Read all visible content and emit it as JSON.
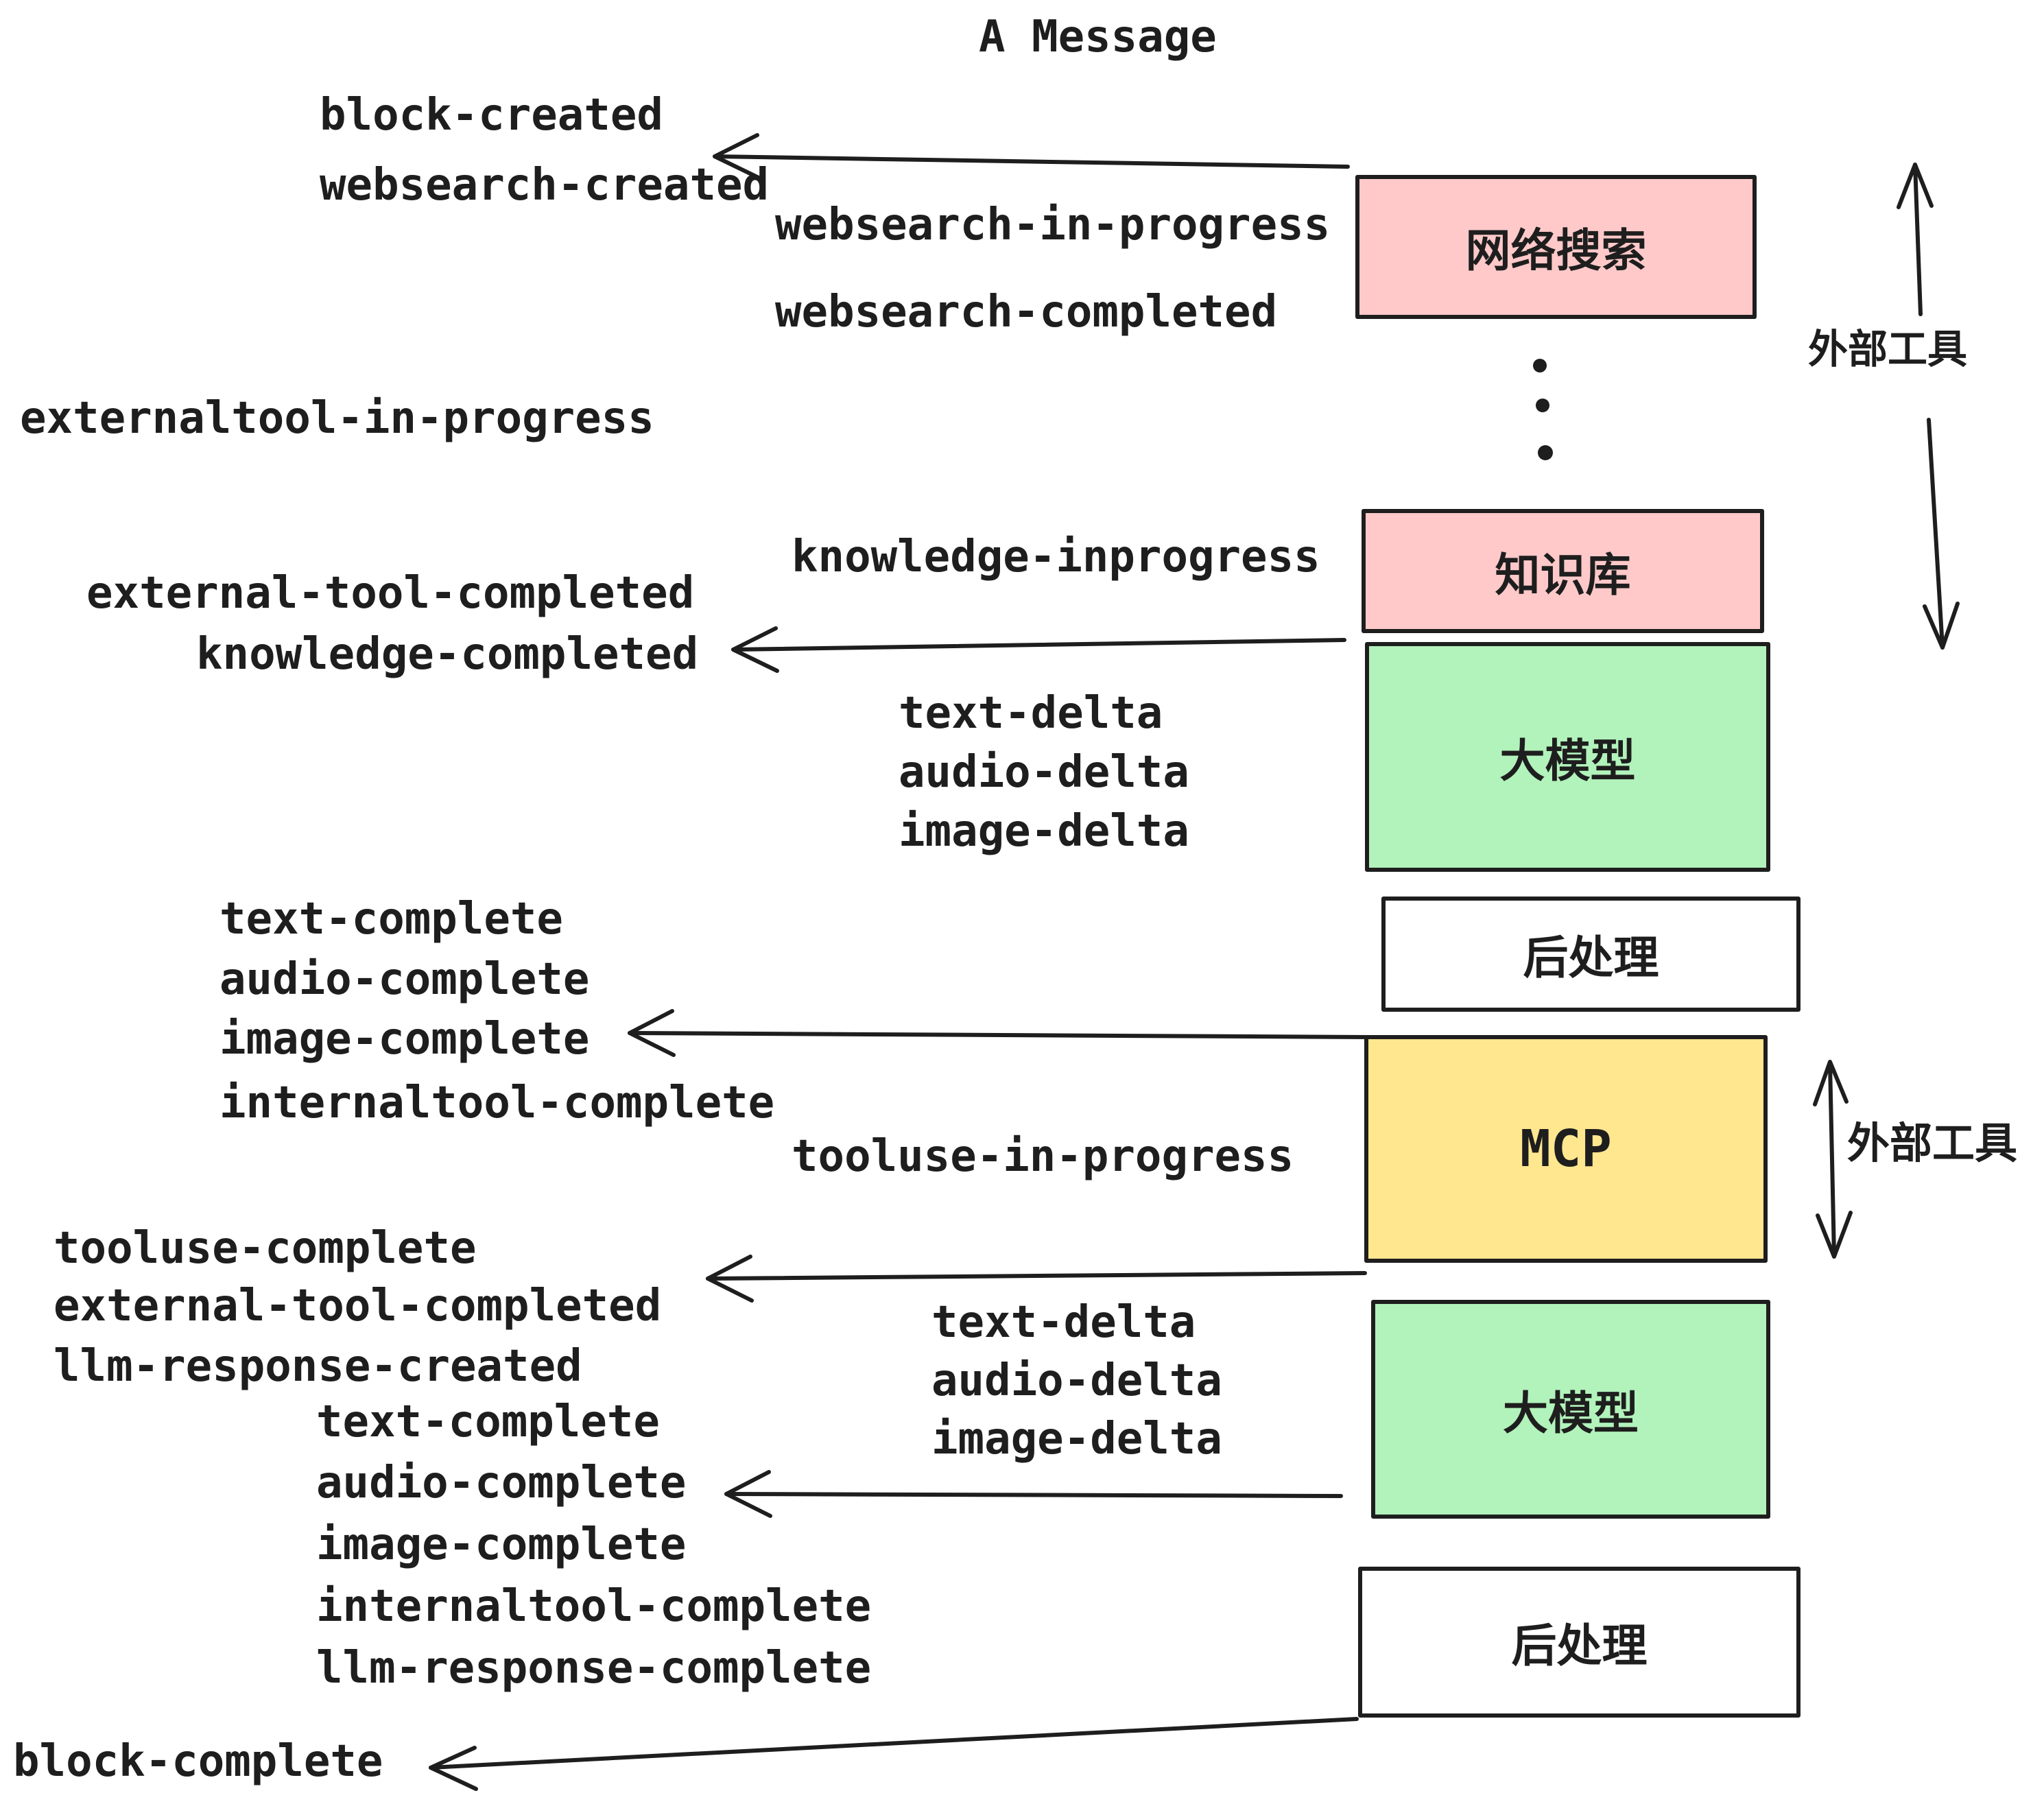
{
  "title": "A Message",
  "colors": {
    "pink": "#ffc9c9",
    "green": "#b2f2bb",
    "yellow": "#ffe78f",
    "white": "#ffffff",
    "stroke": "#1e1e1e"
  },
  "boxes": [
    {
      "id": "websearch",
      "label": "网络搜索",
      "fill": "pink"
    },
    {
      "id": "knowledge",
      "label": "知识库",
      "fill": "pink"
    },
    {
      "id": "llm1",
      "label": "大模型",
      "fill": "green"
    },
    {
      "id": "post1",
      "label": "后处理",
      "fill": "white"
    },
    {
      "id": "mcp",
      "label": "MCP",
      "fill": "yellow"
    },
    {
      "id": "llm2",
      "label": "大模型",
      "fill": "green"
    },
    {
      "id": "post2",
      "label": "后处理",
      "fill": "white"
    }
  ],
  "annotations": [
    {
      "id": "external-tools-top",
      "label": "外部工具"
    },
    {
      "id": "external-tools-mid",
      "label": "外部工具"
    }
  ],
  "events": [
    {
      "text": "block-created"
    },
    {
      "text": "websearch-created"
    },
    {
      "text": "websearch-in-progress"
    },
    {
      "text": "websearch-completed"
    },
    {
      "text": "externaltool-in-progress"
    },
    {
      "text": "knowledge-inprogress"
    },
    {
      "text": "external-tool-completed"
    },
    {
      "text": "knowledge-completed"
    },
    {
      "text": "text-delta"
    },
    {
      "text": "audio-delta"
    },
    {
      "text": "image-delta"
    },
    {
      "text": "text-complete"
    },
    {
      "text": "audio-complete"
    },
    {
      "text": "image-complete"
    },
    {
      "text": "internaltool-complete"
    },
    {
      "text": "tooluse-in-progress"
    },
    {
      "text": "tooluse-complete"
    },
    {
      "text": "external-tool-completed"
    },
    {
      "text": "llm-response-created"
    },
    {
      "text": "text-delta"
    },
    {
      "text": "audio-delta"
    },
    {
      "text": "image-delta"
    },
    {
      "text": "text-complete"
    },
    {
      "text": "audio-complete"
    },
    {
      "text": "image-complete"
    },
    {
      "text": "internaltool-complete"
    },
    {
      "text": "llm-response-complete"
    },
    {
      "text": "block-complete"
    }
  ],
  "edges": [
    {
      "from": "websearch",
      "to": "block-created / websearch-created",
      "direction": "left"
    },
    {
      "from": "knowledge/llm1 boundary",
      "to": "external-tool-completed / knowledge-completed",
      "direction": "left"
    },
    {
      "from": "mcp top",
      "to": "image-complete group",
      "direction": "left"
    },
    {
      "from": "mcp bottom",
      "to": "tooluse-complete group",
      "direction": "left"
    },
    {
      "from": "llm2",
      "to": "audio-complete group",
      "direction": "left"
    },
    {
      "from": "post2",
      "to": "block-complete",
      "direction": "left"
    },
    {
      "from": "websearch side",
      "to": "external tools",
      "direction": "up-down"
    },
    {
      "from": "mcp side",
      "to": "external tools",
      "direction": "up-down"
    }
  ],
  "icons": {
    "vertical-dots": "⋮",
    "left-arrow": "←",
    "up-arrow": "↑",
    "down-arrow": "↓",
    "double-arrow": "↕"
  }
}
